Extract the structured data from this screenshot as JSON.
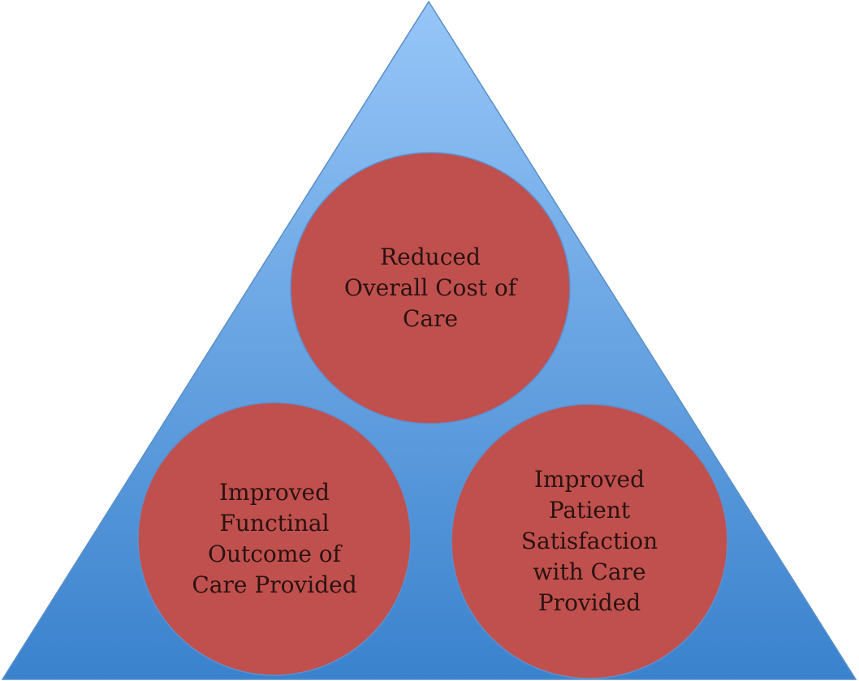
{
  "colors": {
    "triangle_top": "#97c6f8",
    "triangle_bottom": "#3a82cd",
    "triangle_stroke": "#5a8fc6",
    "circle_fill": "#c0504d",
    "circle_stroke": "#5f8fcf",
    "text": "#2a1212"
  },
  "circles": [
    {
      "id": "top",
      "lines": [
        "Reduced",
        "Overall Cost of",
        "Care"
      ]
    },
    {
      "id": "left",
      "lines": [
        "Improved",
        "Functinal",
        "Outcome of",
        "Care Provided"
      ]
    },
    {
      "id": "right",
      "lines": [
        "Improved",
        "Patient",
        "Satisfaction",
        "with Care",
        "Provided"
      ]
    }
  ]
}
